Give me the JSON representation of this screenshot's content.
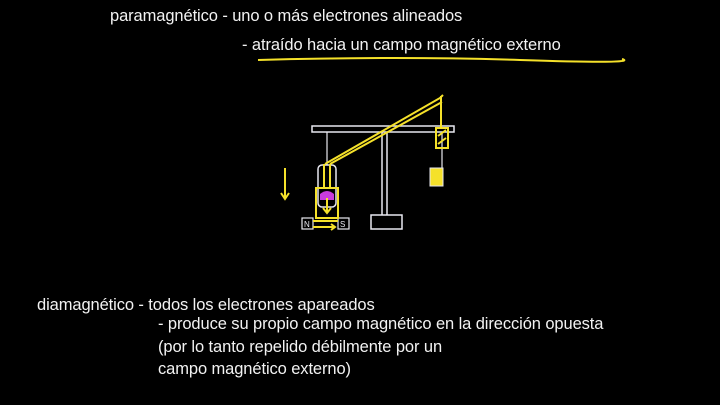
{
  "paramagnetic": {
    "term": "paramagnético",
    "line1": "paramagnético - uno o más electrones alineados",
    "line2": "- atraído hacia un campo magnético externo"
  },
  "diamagnetic": {
    "term": "diamagnético",
    "line1": "diamagnético - todos los electrones apareados",
    "line2": "- produce su propio campo magnético en la dirección opuesta",
    "line3": "(por lo tanto repelido débilmente por un",
    "line4": "campo magnético externo)"
  },
  "diagram": {
    "magnet_north_label": "N",
    "magnet_south_label": "S"
  },
  "colors": {
    "background": "#000000",
    "text": "#f2f2f2",
    "annotation": "#f5e12a",
    "sample": "#c83cdc",
    "apparatus": "#e8e8f0"
  }
}
